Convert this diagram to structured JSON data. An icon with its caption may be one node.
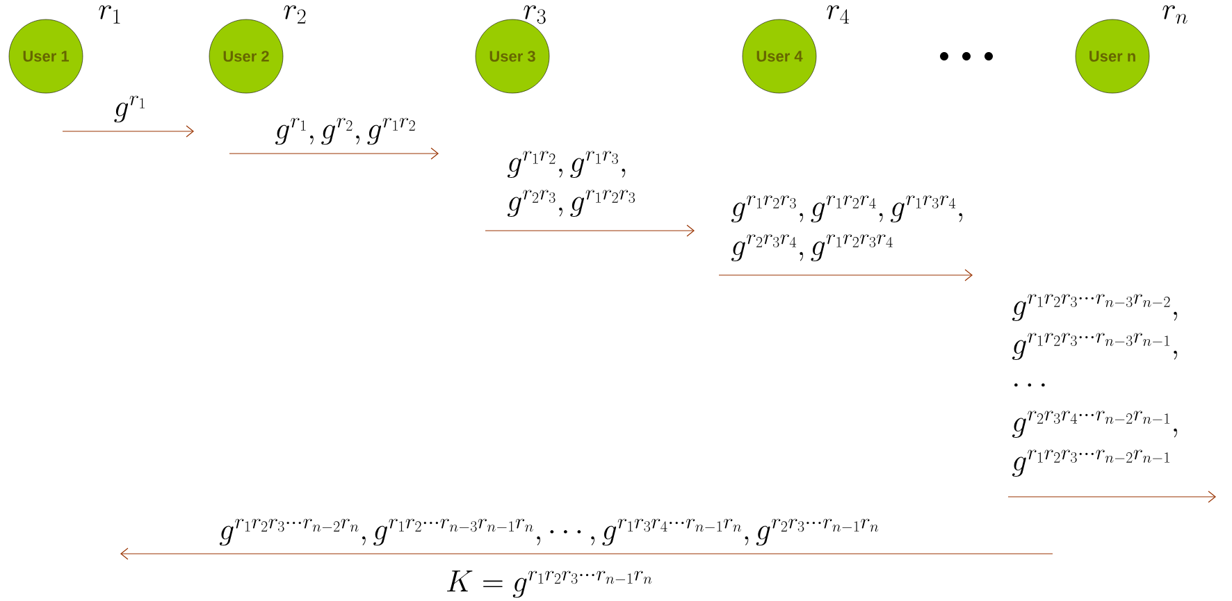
{
  "diagram": {
    "nodes": [
      {
        "text": [
          "User 1"
        ],
        "beside": [
          "r_1"
        ]
      },
      {
        "text": [
          "User 2"
        ],
        "beside": [
          "r_2"
        ]
      },
      {
        "text": [
          "User 3"
        ],
        "beside": [
          "r_3"
        ]
      },
      {
        "text": [
          "User 4"
        ],
        "beside": [
          "r_4"
        ]
      },
      {
        "text": [
          "User n"
        ],
        "beside": [
          "r_n"
        ]
      }
    ],
    "labels": [
      "g^{r_1}",
      "g^{r_1}, g^{r_2}, g^{r_1 r_2}",
      "\\begin{array}{l} g^{r_1 r_2}, g^{r_1 r_3}, \\\\ g^{r_2 r_3}, g^{r_1 r_2 r_3} \\end{array}",
      "\\begin{array}{l} g^{r_1 r_2 r_3}, g^{r_1 r_2 r_4}, g^{r_1 r_3 r_4}, \\\\ g^{r_2 r_3 r_4}, g^{r_1 r_2 r_3 r_4} \\end{array}",
      "\\begin{array}{l} g^{r_1 r_2 r_3 \\cdots r_{n-3} r_{n-2}}, \\\\ g^{r_1 r_2 r_3 \\cdots r_{n-3} r_{n-1}}, \\\\ \\cdots \\\\ g^{r_2 r_3 r_4 \\cdots r_{n-2} r_{n-1}}, \\\\ g^{r_1 r_2 r_3 \\cdots r_{n-2} r_{n-1}} \\end{array}",
      "g^{r_1 r_2 r_3 \\cdots r_{n-2} r_n}, g^{r_1 r_2 \\cdots r_{n-3} r_{n-1} r_n}, \\cdots, g^{r_1 r_3 r_4 \\cdots r_{n-1} r_n}, g^{r_2 r_3 \\cdots r_{n-1} r_n}",
      "K = g^{r_1 r_2 r_3 \\cdots r_{n-1} r_n}"
    ]
  }
}
